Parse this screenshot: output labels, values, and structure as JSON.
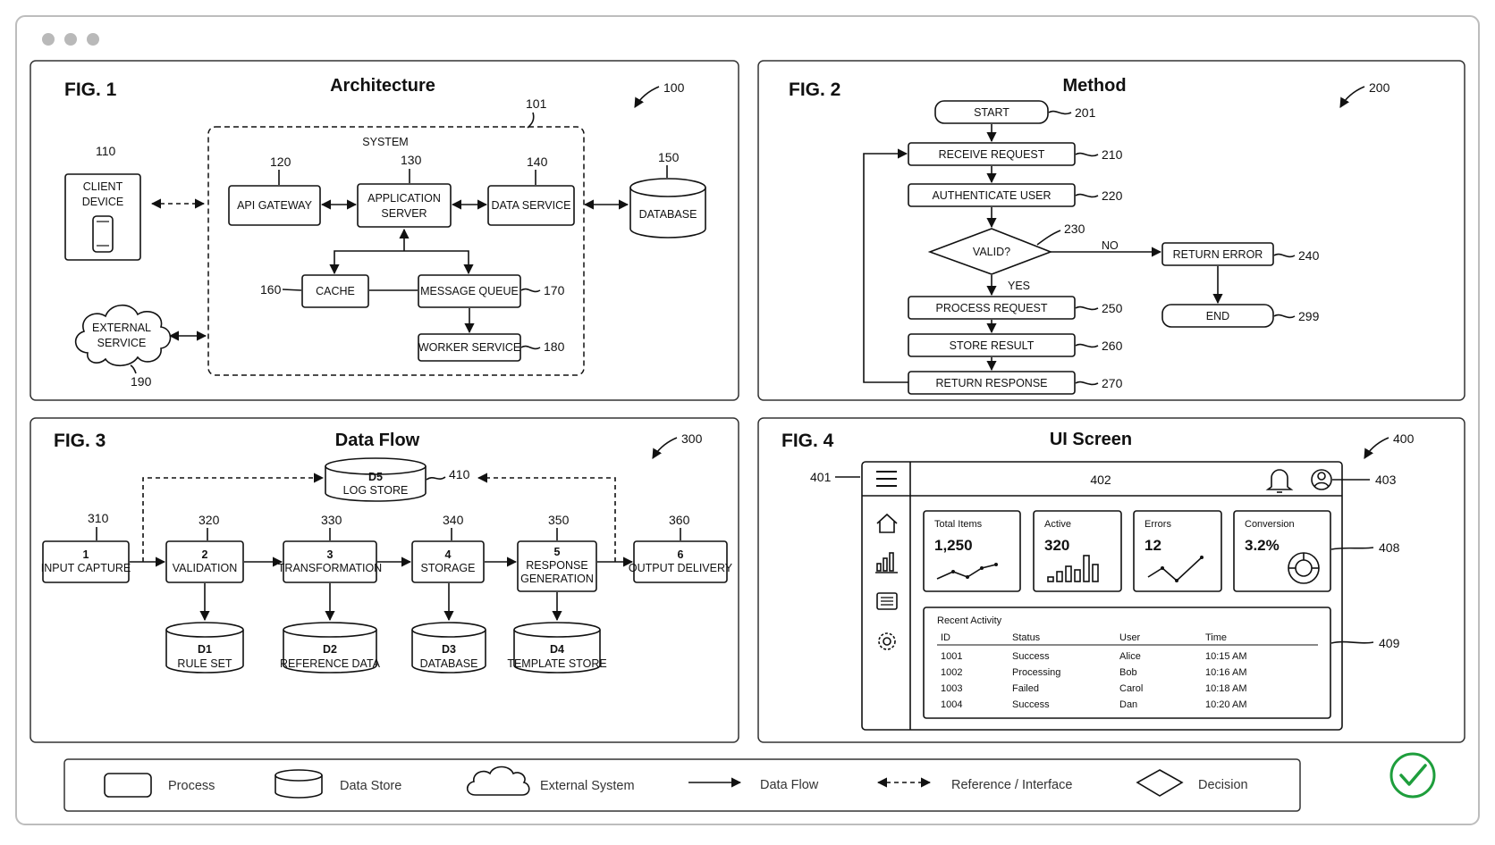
{
  "fig1": {
    "label": "FIG. 1",
    "title": "Architecture",
    "ref": "100",
    "system_label": "SYSTEM",
    "system_ref": "101",
    "client_line1": "CLIENT",
    "client_line2": "DEVICE",
    "client_ref": "110",
    "api_gateway": "API GATEWAY",
    "api_ref": "120",
    "app_line1": "APPLICATION",
    "app_line2": "SERVER",
    "app_ref": "130",
    "data_service": "DATA SERVICE",
    "data_service_ref": "140",
    "database": "DATABASE",
    "database_ref": "150",
    "cache": "CACHE",
    "cache_ref": "160",
    "mq": "MESSAGE QUEUE",
    "mq_ref": "170",
    "worker": "WORKER SERVICE",
    "worker_ref": "180",
    "ext_line1": "EXTERNAL",
    "ext_line2": "SERVICE",
    "ext_ref": "190"
  },
  "fig2": {
    "label": "FIG. 2",
    "title": "Method",
    "ref": "200",
    "start": "START",
    "start_ref": "201",
    "receive": "RECEIVE REQUEST",
    "receive_ref": "210",
    "auth": "AUTHENTICATE USER",
    "auth_ref": "220",
    "valid": "VALID?",
    "valid_ref": "230",
    "no": "NO",
    "yes": "YES",
    "error": "RETURN ERROR",
    "error_ref": "240",
    "end": "END",
    "end_ref": "299",
    "process": "PROCESS REQUEST",
    "process_ref": "250",
    "store": "STORE RESULT",
    "store_ref": "260",
    "respond": "RETURN RESPONSE",
    "respond_ref": "270"
  },
  "fig3": {
    "label": "FIG. 3",
    "title": "Data Flow",
    "ref": "300",
    "d5_line1": "D5",
    "d5_line2": "LOG STORE",
    "d5_ref": "410",
    "steps": [
      {
        "num": "1",
        "name": "INPUT CAPTURE",
        "ref": "310"
      },
      {
        "num": "2",
        "name": "VALIDATION",
        "ref": "320"
      },
      {
        "num": "3",
        "name": "TRANSFORMATION",
        "ref": "330"
      },
      {
        "num": "4",
        "name": "STORAGE",
        "ref": "340"
      },
      {
        "num": "5",
        "name1": "RESPONSE",
        "name2": "GENERATION",
        "ref": "350"
      },
      {
        "num": "6",
        "name": "OUTPUT DELIVERY",
        "ref": "360"
      }
    ],
    "stores": [
      {
        "id": "D1",
        "name": "RULE SET"
      },
      {
        "id": "D2",
        "name": "REFERENCE DATA"
      },
      {
        "id": "D3",
        "name": "DATABASE"
      },
      {
        "id": "D4",
        "name": "TEMPLATE STORE"
      }
    ]
  },
  "fig4": {
    "label": "FIG. 4",
    "title": "UI Screen",
    "ref": "400",
    "frame_ref": "401",
    "header_ref": "402",
    "profile_ref": "403",
    "cards_ref": "408",
    "table_ref": "409",
    "cards": [
      {
        "label": "Total Items",
        "value": "1,250"
      },
      {
        "label": "Active",
        "value": "320"
      },
      {
        "label": "Errors",
        "value": "12"
      },
      {
        "label": "Conversion",
        "value": "3.2%"
      }
    ],
    "activity_title": "Recent Activity",
    "columns": [
      "ID",
      "Status",
      "User",
      "Time"
    ],
    "rows": [
      [
        "1001",
        "Success",
        "Alice",
        "10:15 AM"
      ],
      [
        "1002",
        "Processing",
        "Bob",
        "10:16 AM"
      ],
      [
        "1003",
        "Failed",
        "Carol",
        "10:18 AM"
      ],
      [
        "1004",
        "Success",
        "Dan",
        "10:20 AM"
      ]
    ]
  },
  "legend": {
    "process": "Process",
    "data_store": "Data Store",
    "external": "External System",
    "data_flow": "Data Flow",
    "reference": "Reference / Interface",
    "decision": "Decision"
  },
  "colors": {
    "check": "#1e9e3c",
    "ink": "#111111",
    "window_dots": "#b9b9b9"
  }
}
